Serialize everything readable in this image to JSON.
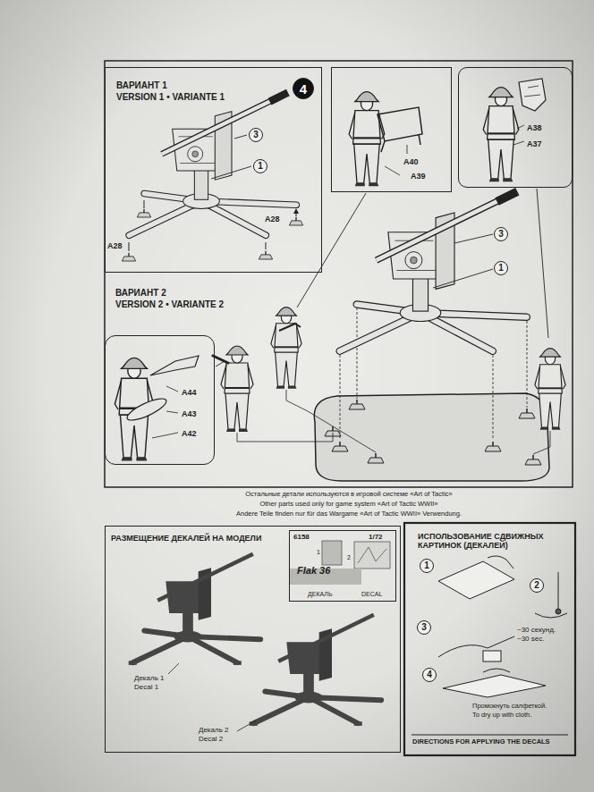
{
  "diagram": {
    "nodes": [
      {
        "text": [
          "ВАРИАНТ 1",
          "VERSION 1 • VARIANTE 1"
        ]
      },
      {
        "text": [
          "4"
        ],
        "in": 0
      },
      {
        "text": [
          "3"
        ],
        "in": 0
      },
      {
        "text": [
          "1"
        ],
        "in": 0
      },
      {
        "text": [
          "A40",
          "A39"
        ]
      },
      {
        "text": [
          "A38",
          "A37"
        ]
      },
      {
        "text": [
          "3"
        ]
      },
      {
        "text": [
          "1"
        ]
      },
      {
        "text": [
          "A44",
          "A43",
          "A42"
        ]
      },
      {
        "text": [
          "РАЗМЕЩЕНИЕ ДЕКАЛЕЙ НА МОДЕЛИ"
        ]
      },
      {
        "text": [
          "6158",
          "1/72",
          "1",
          "2",
          "Flak 36",
          "ДЕКАЛЬ",
          "DECAL"
        ],
        "in": 9
      },
      {
        "text": [
          "ИСПОЛЬЗОВАНИЕ СДВИЖНЫХ КАРТИНОК (ДЕКАЛЕЙ)",
          "DIRECTIONS FOR APPLYING THE DECALS"
        ]
      },
      {
        "text": [
          "1"
        ],
        "in": 11
      },
      {
        "text": [
          "2"
        ],
        "in": 11
      },
      {
        "text": [
          "3"
        ],
        "in": 11
      },
      {
        "text": [
          "4"
        ],
        "in": 11
      }
    ],
    "labels": [
      "A28",
      "A28",
      "ВАРИАНТ 2",
      "VERSION 2 • VARIANTE 2",
      "Остальные детали используются в игровой системе «Art of Tactic»",
      "Other parts used only for game system «Art of Tactic WWII»",
      "Andere Teile finden nur für das Wargame «Art of Tactic WWII» Verwendung.",
      "Декаль 1",
      "Decal 1",
      "Декаль 2",
      "Decal 2",
      "~30 секунд.",
      "~30 sec.",
      "Промокнуть салфеткой.",
      "To dry up with cloth."
    ]
  }
}
